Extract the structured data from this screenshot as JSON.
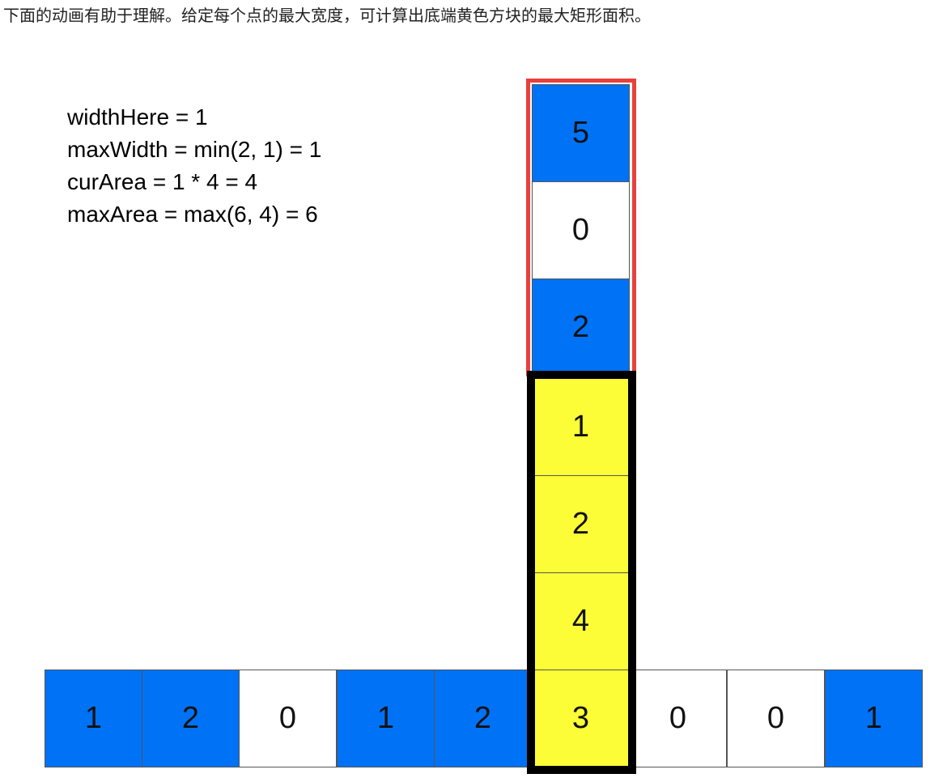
{
  "caption": "下面的动画有助于理解。给定每个点的最大宽度，可计算出底端黄色方块的最大矩形面积。",
  "formulas": [
    "widthHere = 1",
    "maxWidth = min(2, 1) = 1",
    "curArea = 1 * 4 = 4",
    "maxArea = max(6, 4) = 6"
  ],
  "colors": {
    "blue": "#0072f5",
    "white": "#ffffff",
    "yellow": "#fcfd36",
    "red_frame": "#e8413d",
    "black_frame": "#000000"
  },
  "bottom_row": [
    {
      "value": "1",
      "color": "blue"
    },
    {
      "value": "2",
      "color": "blue"
    },
    {
      "value": "0",
      "color": "white"
    },
    {
      "value": "1",
      "color": "blue"
    },
    {
      "value": "2",
      "color": "blue"
    },
    {
      "value": "3",
      "color": "yellow"
    },
    {
      "value": "0",
      "color": "white"
    },
    {
      "value": "0",
      "color": "white"
    },
    {
      "value": "1",
      "color": "blue"
    }
  ],
  "column_top_to_bottom": [
    {
      "value": "5",
      "color": "blue"
    },
    {
      "value": "0",
      "color": "white"
    },
    {
      "value": "2",
      "color": "blue"
    },
    {
      "value": "1",
      "color": "yellow"
    },
    {
      "value": "2",
      "color": "yellow"
    },
    {
      "value": "4",
      "color": "yellow"
    }
  ]
}
